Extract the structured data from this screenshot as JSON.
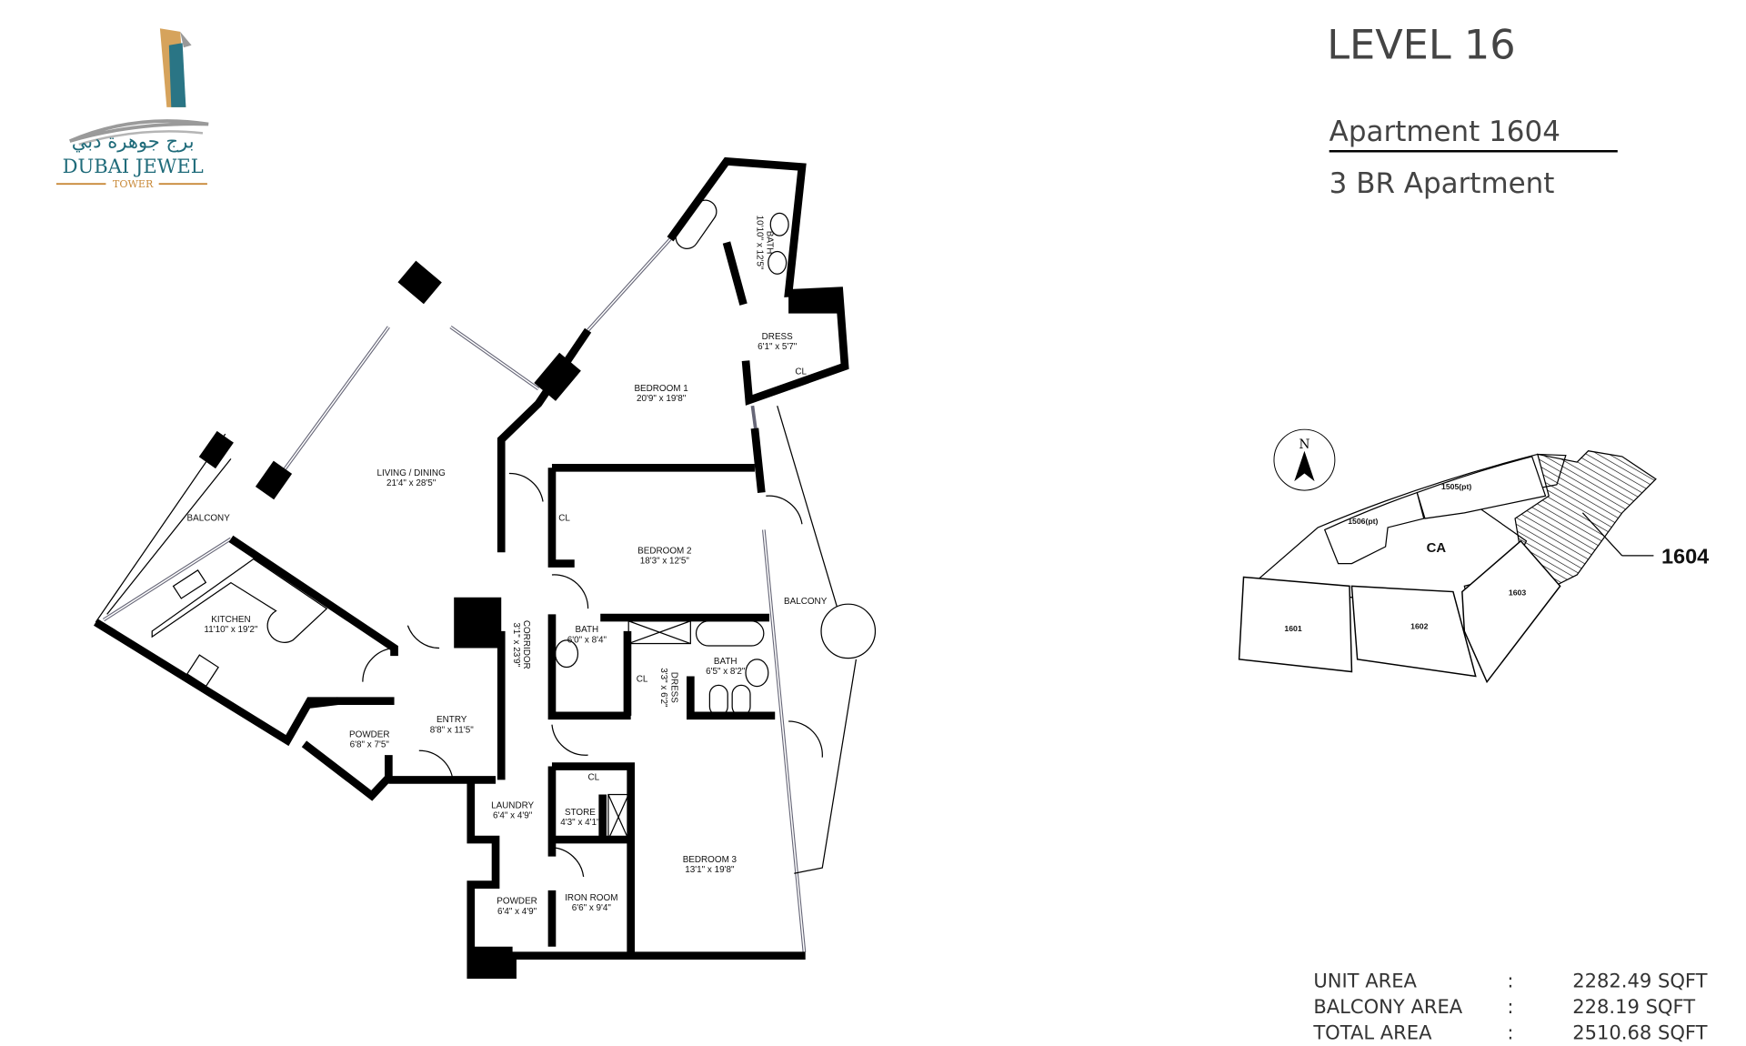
{
  "logo": {
    "arabic": "برج جوهرة دبي",
    "name": "DUBAI JEWEL",
    "sub": "TOWER",
    "colors": {
      "teal": "#1f6b7a",
      "gold": "#c98a3a",
      "grey": "#9a9a9a"
    }
  },
  "header": {
    "level": "LEVEL 16",
    "apartment": "Apartment 1604",
    "type": "3 BR Apartment"
  },
  "rooms": [
    {
      "name": "LIVING / DINING",
      "dims": "21'4\" x 28'5\""
    },
    {
      "name": "BALCONY",
      "dims": ""
    },
    {
      "name": "KITCHEN",
      "dims": "11'10\" x 19'2\""
    },
    {
      "name": "POWDER",
      "dims": "6'8\" x 7'5\""
    },
    {
      "name": "ENTRY",
      "dims": "8'8\" x 11'5\""
    },
    {
      "name": "CORRIDOR",
      "dims": "3'1\" x 23'9\""
    },
    {
      "name": "BEDROOM 1",
      "dims": "20'9\" x 19'8\""
    },
    {
      "name": "BATH",
      "dims": "10'10\" x 12'5\""
    },
    {
      "name": "DRESS",
      "dims": "6'1\" x 5'7\""
    },
    {
      "name": "CL",
      "dims": ""
    },
    {
      "name": "CL",
      "dims": ""
    },
    {
      "name": "BEDROOM 2",
      "dims": "18'3\" x 12'5\""
    },
    {
      "name": "BALCONY",
      "dims": ""
    },
    {
      "name": "BATH",
      "dims": "6'0\" x 8'4\""
    },
    {
      "name": "CL",
      "dims": ""
    },
    {
      "name": "DRESS",
      "dims": "3'3\" x 6'2\""
    },
    {
      "name": "BATH",
      "dims": "6'5\" x 8'2\""
    },
    {
      "name": "CL",
      "dims": ""
    },
    {
      "name": "LAUNDRY",
      "dims": "6'4\" x 4'9\""
    },
    {
      "name": "STORE",
      "dims": "4'3\" x 4'1\""
    },
    {
      "name": "BEDROOM 3",
      "dims": "13'1\" x 19'8\""
    },
    {
      "name": "POWDER",
      "dims": "6'4\" x 4'9\""
    },
    {
      "name": "IRON ROOM",
      "dims": "6'6\" x 9'4\""
    }
  ],
  "key_plan": {
    "north": "N",
    "units": [
      "1505(pt)",
      "1506(pt)",
      "CA",
      "1601",
      "1602",
      "1603"
    ],
    "highlight": "1604"
  },
  "areas": [
    {
      "label": "UNIT AREA",
      "sep": ":",
      "value": "2282.49 SQFT"
    },
    {
      "label": "BALCONY AREA",
      "sep": ":",
      "value": "228.19 SQFT"
    },
    {
      "label": "TOTAL AREA",
      "sep": ":",
      "value": "2510.68 SQFT"
    }
  ]
}
